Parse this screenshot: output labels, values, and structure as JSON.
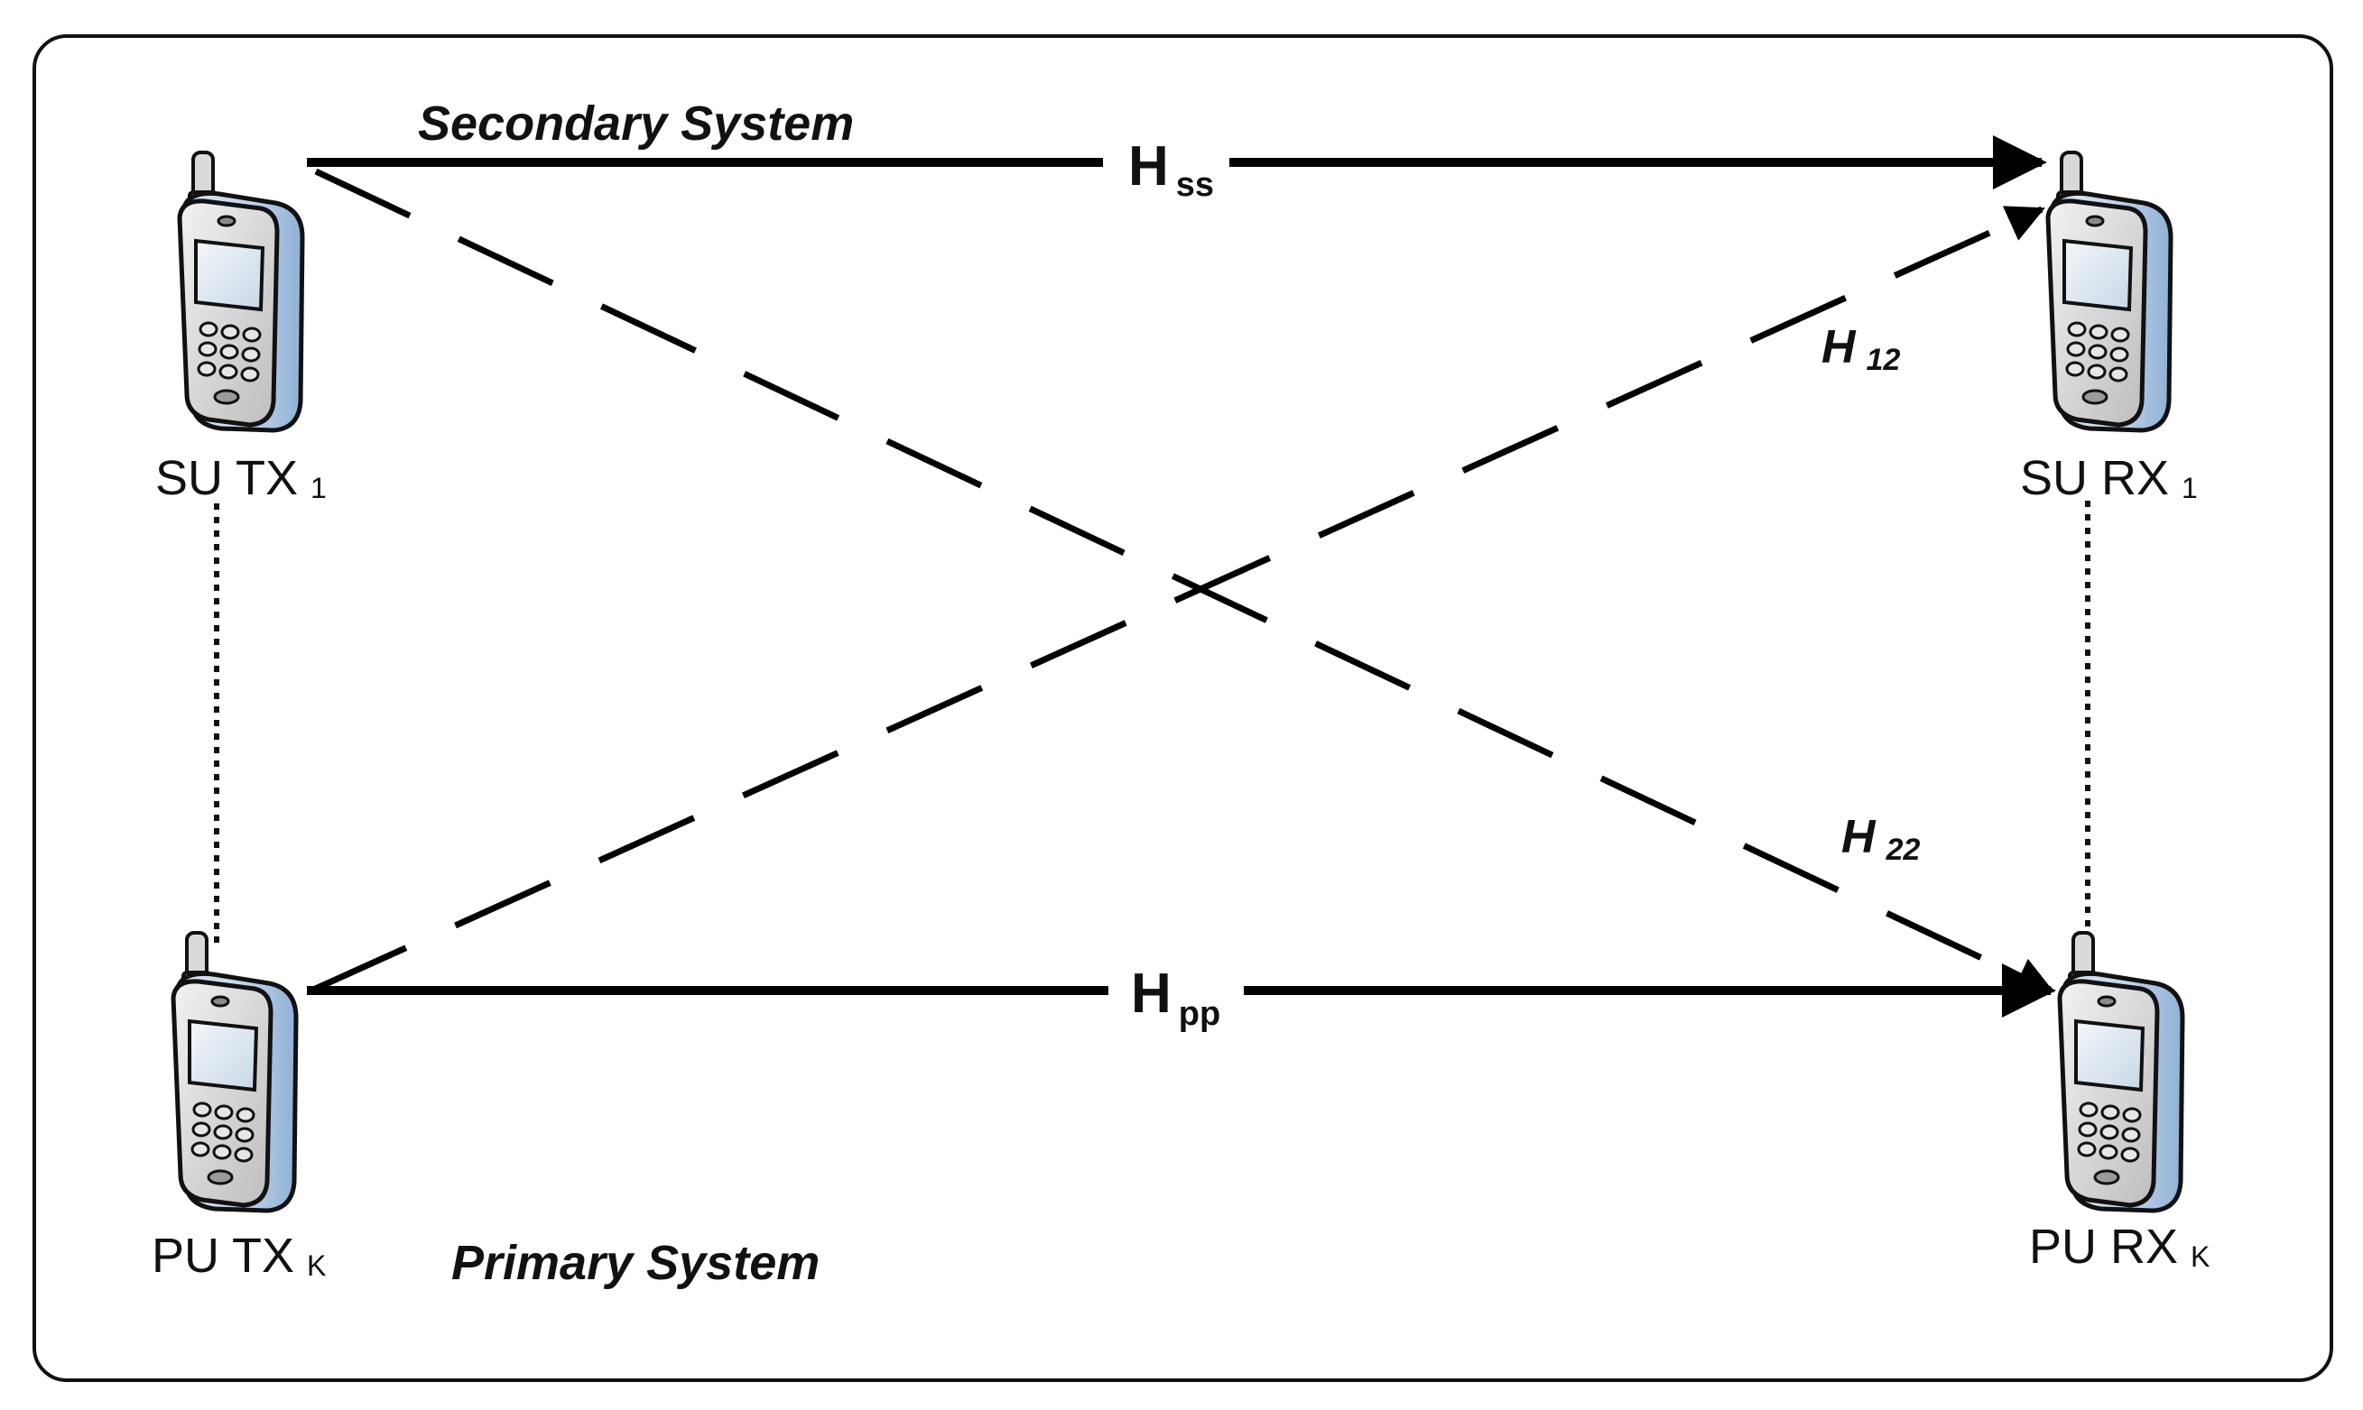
{
  "labels": {
    "secondary_system": "Secondary System",
    "primary_system": "Primary System"
  },
  "nodes": {
    "su_tx": {
      "main": "SU TX",
      "sub": "1"
    },
    "su_rx": {
      "main": "SU RX",
      "sub": "1"
    },
    "pu_tx": {
      "main": "PU TX",
      "sub": "K"
    },
    "pu_rx": {
      "main": "PU RX",
      "sub": "K"
    }
  },
  "channels": {
    "h_ss": {
      "main": "H",
      "sub": "ss"
    },
    "h_pp": {
      "main": "H",
      "sub": "pp"
    },
    "h_12": {
      "main": "H",
      "sub": "12"
    },
    "h_22": {
      "main": "H",
      "sub": "22"
    }
  },
  "colors": {
    "stroke": "#000000",
    "phone_body": "#b9d1ea",
    "phone_face": "#d6d6d6",
    "frame": "#000000"
  },
  "icons": {
    "phone": "mobile-phone-icon"
  }
}
